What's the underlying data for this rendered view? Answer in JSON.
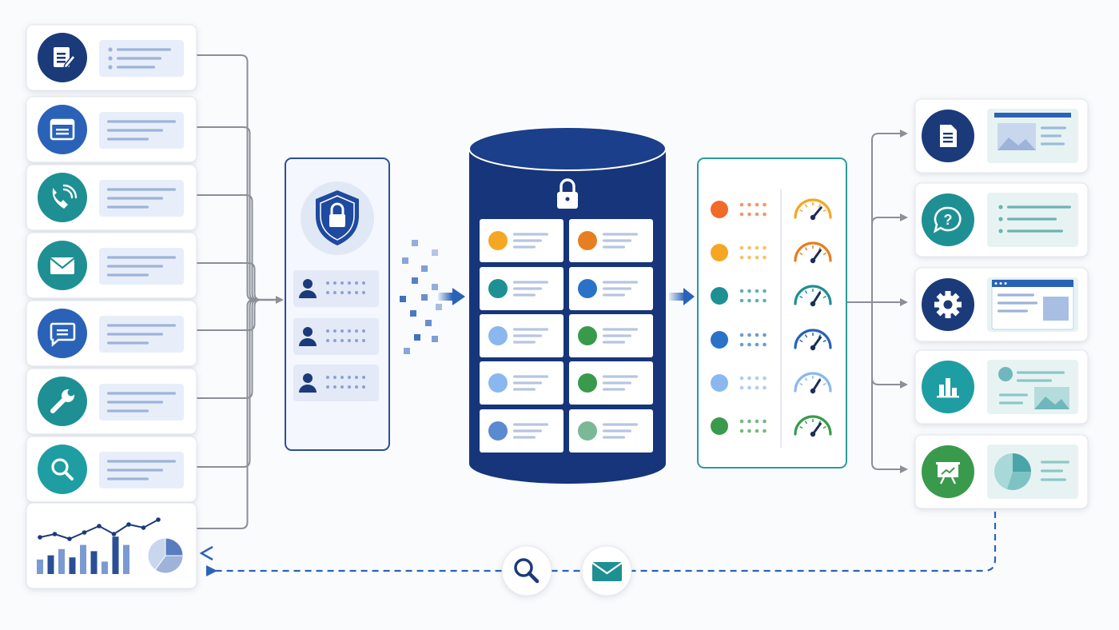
{
  "palette": {
    "navy": "#1b3a7a",
    "blue": "#2a62b8",
    "teal": "#1e9094",
    "green": "#3a9a4c",
    "connector": "#8a8f98",
    "dashed": "#2a62b8",
    "panel_bg": "#f4f7fd",
    "panel_border_blue": "#2a4f96",
    "panel_border_teal": "#2a9c96"
  },
  "sources": [
    {
      "icon": "document-edit-icon",
      "color": "#1b3a7a"
    },
    {
      "icon": "browser-window-icon",
      "color": "#2a62b8"
    },
    {
      "icon": "phone-call-icon",
      "color": "#1e9094"
    },
    {
      "icon": "mail-icon",
      "color": "#1e9094"
    },
    {
      "icon": "chat-message-icon",
      "color": "#2a62b8"
    },
    {
      "icon": "wrench-icon",
      "color": "#1e9094"
    },
    {
      "icon": "search-icon",
      "color": "#1e9ea2"
    }
  ],
  "security_panel": {
    "shield_icon": "shield-lock-icon",
    "users": [
      "user-icon",
      "user-icon",
      "user-icon"
    ]
  },
  "database": {
    "lock_icon": "lock-icon",
    "tiles": [
      [
        "#f5a623",
        "#e67e22"
      ],
      [
        "#1e9094",
        "#2a72c8"
      ],
      [
        "#8ab8ee",
        "#3a9a4c"
      ],
      [
        "#8ab8ee",
        "#3a9a4c"
      ],
      [
        "#5a8ad0",
        "#7ab898"
      ]
    ]
  },
  "scores": [
    {
      "dot": "#f06a28",
      "gauge": "#f5a623",
      "level": 0.72
    },
    {
      "dot": "#f5a623",
      "gauge": "#e67e22",
      "level": 0.7
    },
    {
      "dot": "#1e9094",
      "gauge": "#1e9094",
      "level": 0.68
    },
    {
      "dot": "#2a72c8",
      "gauge": "#2a62b8",
      "level": 0.7
    },
    {
      "dot": "#8ab8ee",
      "gauge": "#8ab8ee",
      "level": 0.68
    },
    {
      "dot": "#3a9a4c",
      "gauge": "#3a9a4c",
      "level": 0.7
    }
  ],
  "outputs": [
    {
      "icon": "document-icon",
      "color": "#1b3a7a",
      "preview": "image-article-preview"
    },
    {
      "icon": "question-bubble-icon",
      "color": "#1e9094",
      "preview": "list-preview"
    },
    {
      "icon": "gear-icon",
      "color": "#1b3a7a",
      "preview": "browser-window-preview"
    },
    {
      "icon": "bar-chart-icon",
      "color": "#1e9ea2",
      "preview": "profile-image-preview"
    },
    {
      "icon": "presentation-icon",
      "color": "#3a9a4c",
      "preview": "pie-chart-preview"
    }
  ],
  "feedback": {
    "icons": [
      "search-icon",
      "mail-icon"
    ],
    "analytics_bars": [
      0.35,
      0.45,
      0.6,
      0.4,
      0.7,
      0.55,
      0.3,
      0.9,
      0.7
    ],
    "analytics_line": [
      0.45,
      0.55,
      0.4,
      0.6,
      0.8,
      0.55,
      0.85,
      0.75,
      1.0
    ],
    "pie_segments": [
      0.25,
      0.35,
      0.4
    ]
  }
}
